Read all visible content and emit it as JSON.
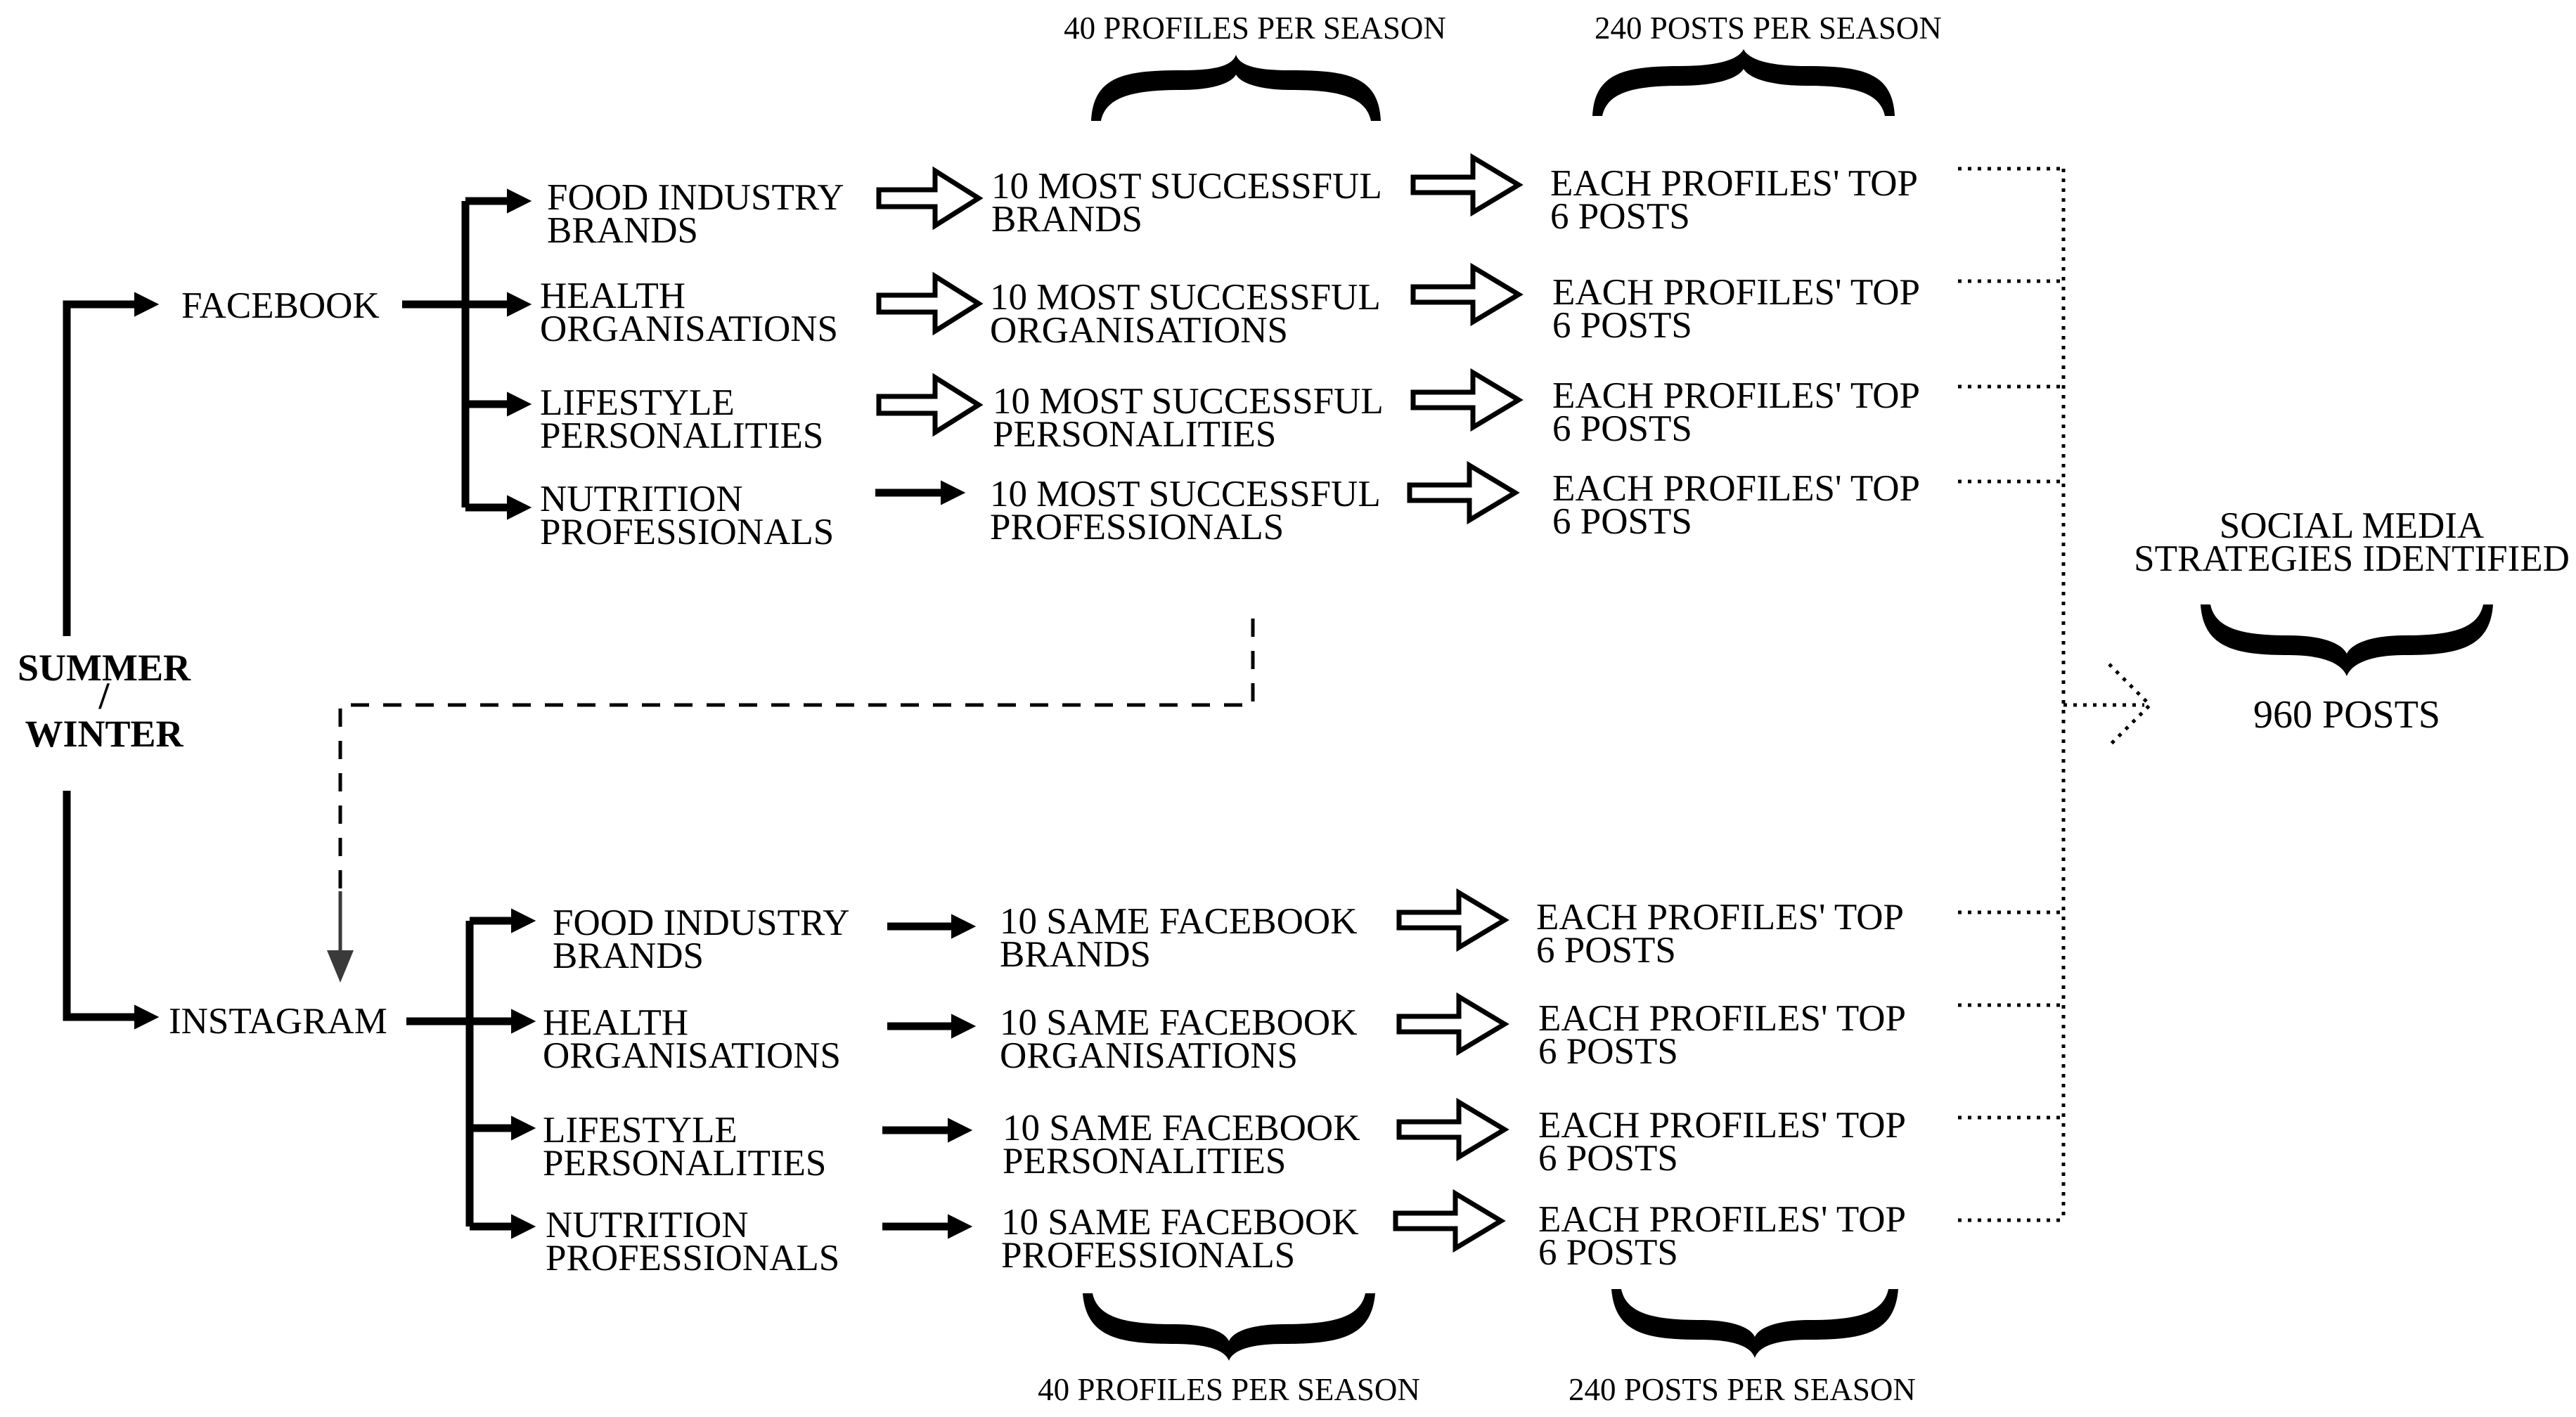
{
  "root": {
    "line1": "SUMMER",
    "sep": "/",
    "line2": "WINTER"
  },
  "facebook": {
    "platform": "FACEBOOK",
    "categories": [
      [
        "FOOD INDUSTRY",
        "BRANDS"
      ],
      [
        "HEALTH",
        "ORGANISATIONS"
      ],
      [
        "LIFESTYLE",
        "PERSONALITIES"
      ],
      [
        "NUTRITION",
        "PROFESSIONALS"
      ]
    ],
    "selections": [
      [
        "10 MOST SUCCESSFUL",
        "BRANDS"
      ],
      [
        "10 MOST SUCCESSFUL",
        "ORGANISATIONS"
      ],
      [
        "10 MOST SUCCESSFUL",
        "PERSONALITIES"
      ],
      [
        "10 MOST SUCCESSFUL",
        "PROFESSIONALS"
      ]
    ],
    "posts": [
      [
        "EACH PROFILES' TOP",
        "6 POSTS"
      ],
      [
        "EACH PROFILES' TOP",
        "6 POSTS"
      ],
      [
        "EACH PROFILES' TOP",
        "6 POSTS"
      ],
      [
        "EACH PROFILES' TOP",
        "6 POSTS"
      ]
    ],
    "profiles_note": "40 PROFILES PER SEASON",
    "posts_note": "240 POSTS PER SEASON"
  },
  "instagram": {
    "platform": "INSTAGRAM",
    "categories": [
      [
        "FOOD INDUSTRY",
        "BRANDS"
      ],
      [
        "HEALTH",
        "ORGANISATIONS"
      ],
      [
        "LIFESTYLE",
        "PERSONALITIES"
      ],
      [
        "NUTRITION",
        "PROFESSIONALS"
      ]
    ],
    "selections": [
      [
        "10 SAME FACEBOOK",
        "BRANDS"
      ],
      [
        "10 SAME FACEBOOK",
        "ORGANISATIONS"
      ],
      [
        "10 SAME FACEBOOK",
        "PERSONALITIES"
      ],
      [
        "10 SAME FACEBOOK",
        "PROFESSIONALS"
      ]
    ],
    "posts": [
      [
        "EACH PROFILES' TOP",
        "6 POSTS"
      ],
      [
        "EACH PROFILES' TOP",
        "6 POSTS"
      ],
      [
        "EACH PROFILES' TOP",
        "6 POSTS"
      ],
      [
        "EACH PROFILES' TOP",
        "6 POSTS"
      ]
    ],
    "profiles_note": "40 PROFILES PER SEASON",
    "posts_note": "240 POSTS PER SEASON"
  },
  "result": {
    "line1": "SOCIAL MEDIA",
    "line2": "STRATEGIES IDENTIFIED",
    "total": "960 POSTS"
  }
}
